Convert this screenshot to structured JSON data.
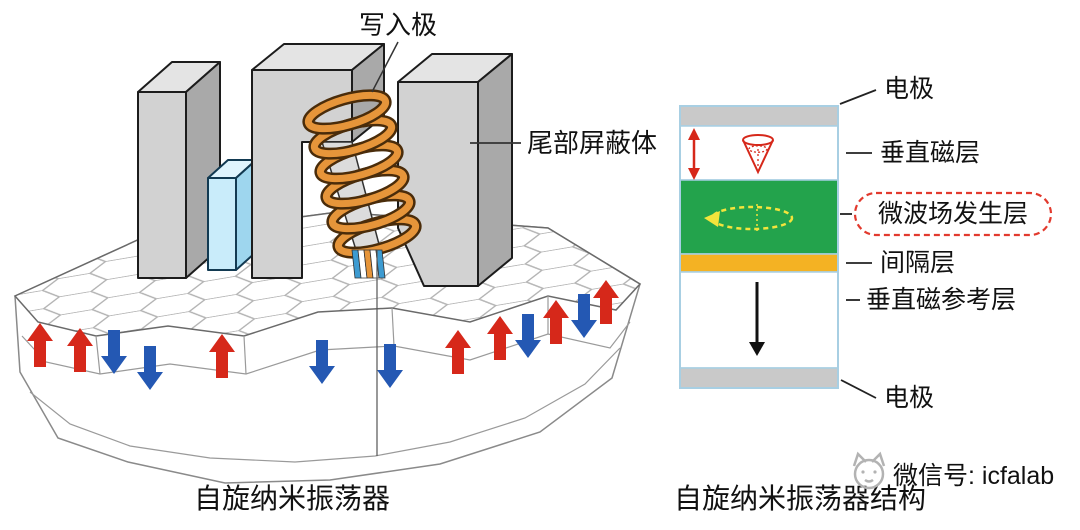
{
  "figure": {
    "left": {
      "caption": "自旋纳米振荡器",
      "write_pole_label": "写入极",
      "trailing_shield_label": "尾部屏蔽体",
      "up_arrow_color": "#d6281a",
      "down_arrow_color": "#2458b3",
      "coil_color": "#e6953a"
    },
    "right": {
      "caption": "自旋纳米振荡器结构",
      "highlight_border_color": "#e23a2e",
      "layers": [
        {
          "name": "electrode-top",
          "label": "电极",
          "color": "#c9c9c9"
        },
        {
          "name": "perpendicular-magnetic-layer",
          "label": "垂直磁层",
          "color": "#ffffff"
        },
        {
          "name": "microwave-field-generating-layer",
          "label": "微波场发生层",
          "color": "#23a34c",
          "highlighted": true
        },
        {
          "name": "spacer-layer",
          "label": "间隔层",
          "color": "#f4b223"
        },
        {
          "name": "perpendicular-reference-layer",
          "label": "垂直磁参考层",
          "color": "#ffffff"
        },
        {
          "name": "electrode-bottom",
          "label": "电极",
          "color": "#c9c9c9"
        }
      ]
    }
  },
  "watermark": {
    "text": "微信号: icfalab",
    "color": "#9c9c9c"
  }
}
